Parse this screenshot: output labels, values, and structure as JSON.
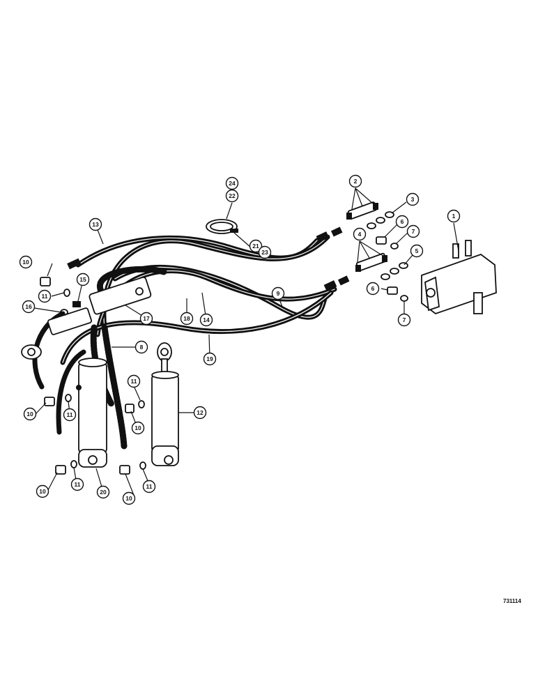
{
  "figure_number": "731114",
  "callouts": [
    "1",
    "2",
    "3",
    "4",
    "5",
    "6",
    "7",
    "6",
    "7",
    "8",
    "9",
    "10",
    "10",
    "10",
    "10",
    "10",
    "11",
    "11",
    "11",
    "11",
    "11",
    "12",
    "13",
    "14",
    "15",
    "16",
    "17",
    "18",
    "19",
    "20",
    "21",
    "22",
    "23",
    "24"
  ]
}
